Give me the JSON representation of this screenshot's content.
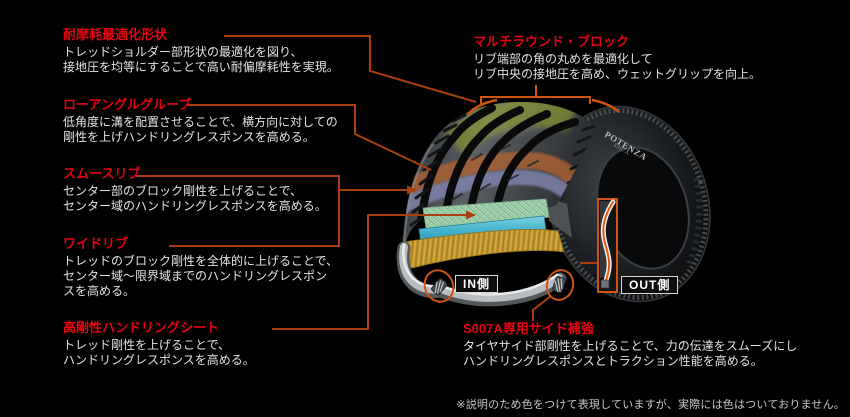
{
  "colors": {
    "background": "#000000",
    "heading_red": "#e60012",
    "body_text": "#e3e3e3",
    "leader_line": "#a93e0e",
    "accent_orange": "#cd5511",
    "label_border": "#d8d8d8"
  },
  "sections": {
    "left": [
      {
        "title": "耐摩耗最適化形状",
        "lines": [
          "トレッドショルダー部形状の最適化を図り、",
          "接地圧を均等にすることで高い耐偏摩耗性を実現。"
        ]
      },
      {
        "title": "ローアングルグルーブ",
        "lines": [
          "低角度に溝を配置させることで、横方向に対しての",
          "剛性を上げハンドリングレスポンスを高める。"
        ]
      },
      {
        "title": "スムースリブ",
        "lines": [
          "センター部のブロック剛性を上げることで、",
          "センター域のハンドリングレスポンスを高める。"
        ]
      },
      {
        "title": "ワイドリブ",
        "lines": [
          "トレッドのブロック剛性を全体的に上げることで、",
          "センター域～限界域までのハンドリングレスポン",
          "スを高める。"
        ]
      },
      {
        "title": "高剛性ハンドリングシート",
        "lines": [
          "トレッド剛性を上げることで、",
          "ハンドリングレスポンスを高める。"
        ]
      }
    ],
    "right": [
      {
        "title": "マルチラウンド・ブロック",
        "lines": [
          "リブ端部の角の丸めを最適化して",
          "リブ中央の接地圧を高め、ウェットグリップを向上。"
        ]
      },
      {
        "title": "S007A専用サイド補強",
        "lines": [
          "タイヤサイド部剛性を上げることで、力の伝達をスムーズにし",
          "ハンドリングレスポンスとトラクション性能を高める。"
        ]
      }
    ]
  },
  "tire": {
    "in_label": "IN側",
    "out_label": "OUT側",
    "brand": "POTENZA",
    "model": "S007A"
  },
  "footnote": "※説明のため色をつけて表現していますが、実際には色はついておりません。"
}
